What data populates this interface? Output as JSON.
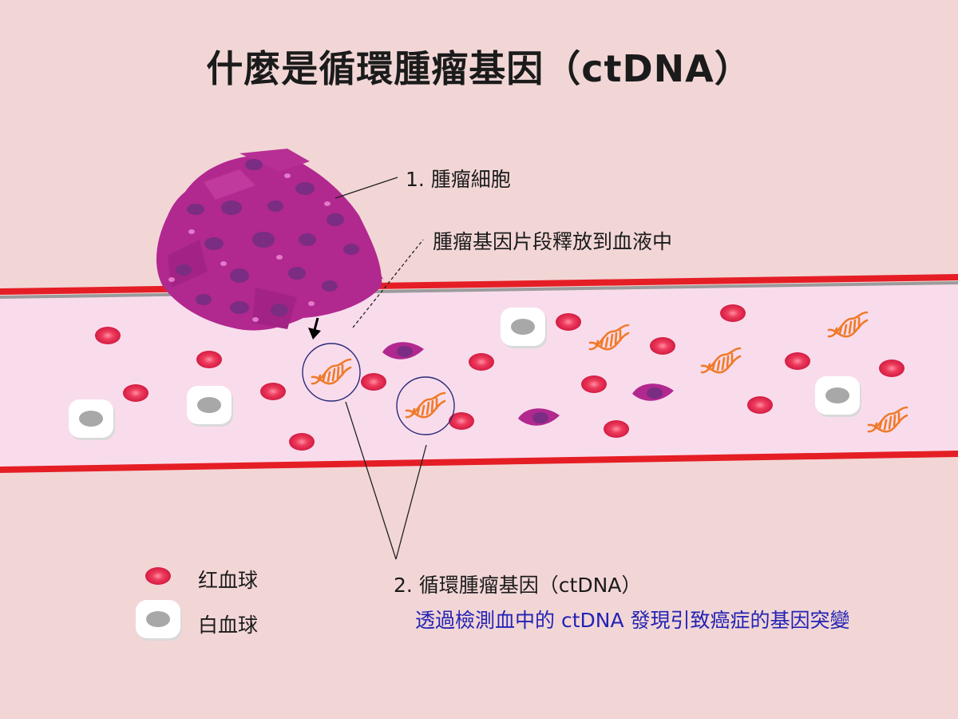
{
  "title": "什麼是循環腫瘤基因（ctDNA）",
  "labels": {
    "tumor_cells": "1. 腫瘤細胞",
    "release": "腫瘤基因片段釋放到血液中",
    "ctdna": "2. 循環腫瘤基因（ctDNA）",
    "description": "透過檢測血中的 ctDNA 發現引致癌症的基因突變"
  },
  "legend": {
    "rbc": "红血球",
    "wbc": "白血球"
  },
  "colors": {
    "background": "#f2d6d6",
    "vessel_wall": "#e51e25",
    "vessel_lumen": "#f9dcec",
    "tumor": "#b1288f",
    "tumor_nucleus": "#7a2d82",
    "rbc": "#e0224a",
    "dna": "#f07a2a",
    "description_text": "#2323b4"
  }
}
